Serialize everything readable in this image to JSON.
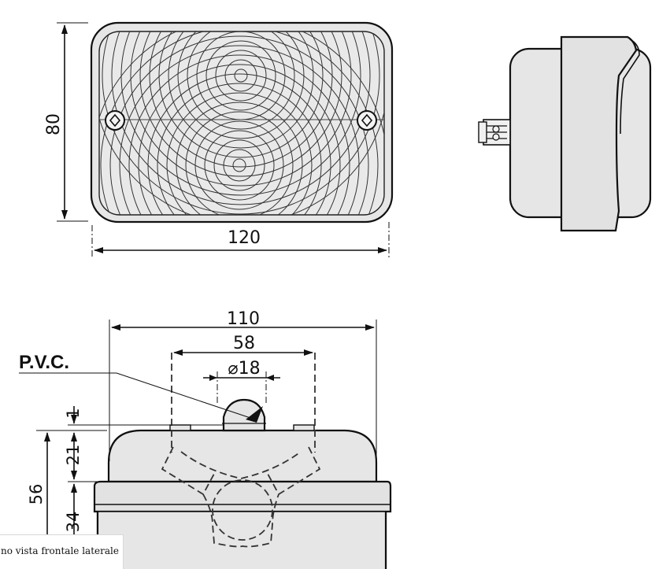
{
  "drawing": {
    "front_view": {
      "height_label": "80",
      "width_label": "120"
    },
    "side_view": {},
    "top_view": {
      "overall_width_label": "110",
      "inner_width_label": "58",
      "diameter_label": "⌀18",
      "material_label": "P.V.C.",
      "dim_top_label": "1",
      "dim_upper_label": "21",
      "dim_total_label": "56",
      "dim_lower_label": "34"
    }
  },
  "caption": {
    "text": "no vista frontale laterale"
  },
  "colors": {
    "body_fill": "#e6e6e6",
    "line": "#111111"
  }
}
